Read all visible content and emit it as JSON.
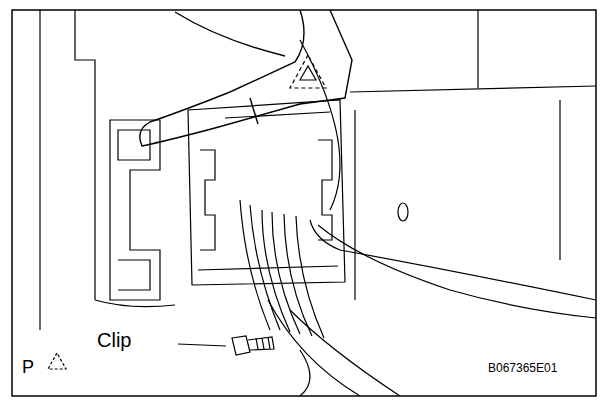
{
  "diagram": {
    "labels": [
      "Clip",
      "P",
      "B067365E01"
    ]
  }
}
